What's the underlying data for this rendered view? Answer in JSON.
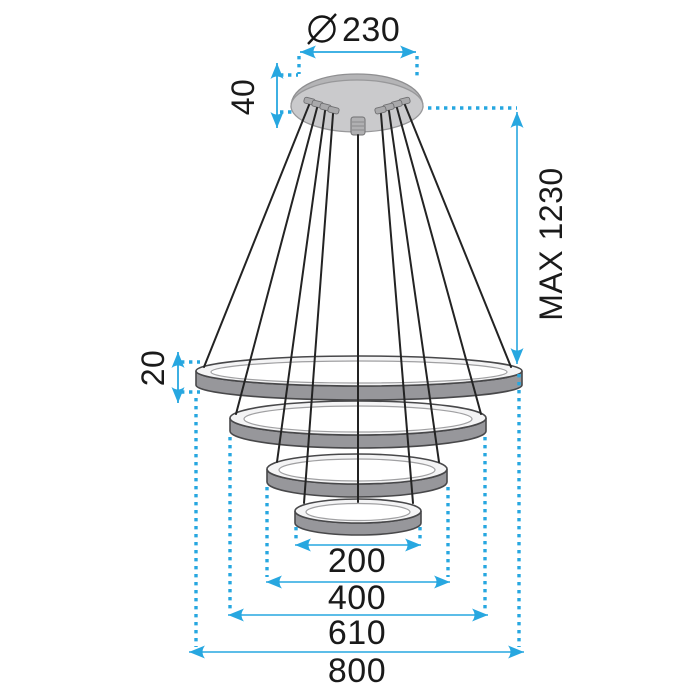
{
  "title": "Pendant lamp technical dimension drawing (4-ring LED chandelier)",
  "colors": {
    "dimension_blue": "#27a7e0",
    "lamp_band_gray": "#97979b",
    "lamp_canopy_gray": "#b4b4b6",
    "lamp_canopy_face_gray": "#cacacc",
    "outline_dark": "#48484a",
    "wire_black": "#232323",
    "text_black": "#1a1a1a",
    "background": "#ffffff"
  },
  "dimensions": {
    "canopy_diameter": {
      "symbol": "diameter",
      "value": "230"
    },
    "canopy_height": {
      "value": "40"
    },
    "max_suspension": {
      "value": "MAX 1230"
    },
    "ring_thickness": {
      "value": "20"
    },
    "ring_diameters": [
      {
        "value": "200"
      },
      {
        "value": "400"
      },
      {
        "value": "610"
      },
      {
        "value": "800"
      }
    ]
  }
}
